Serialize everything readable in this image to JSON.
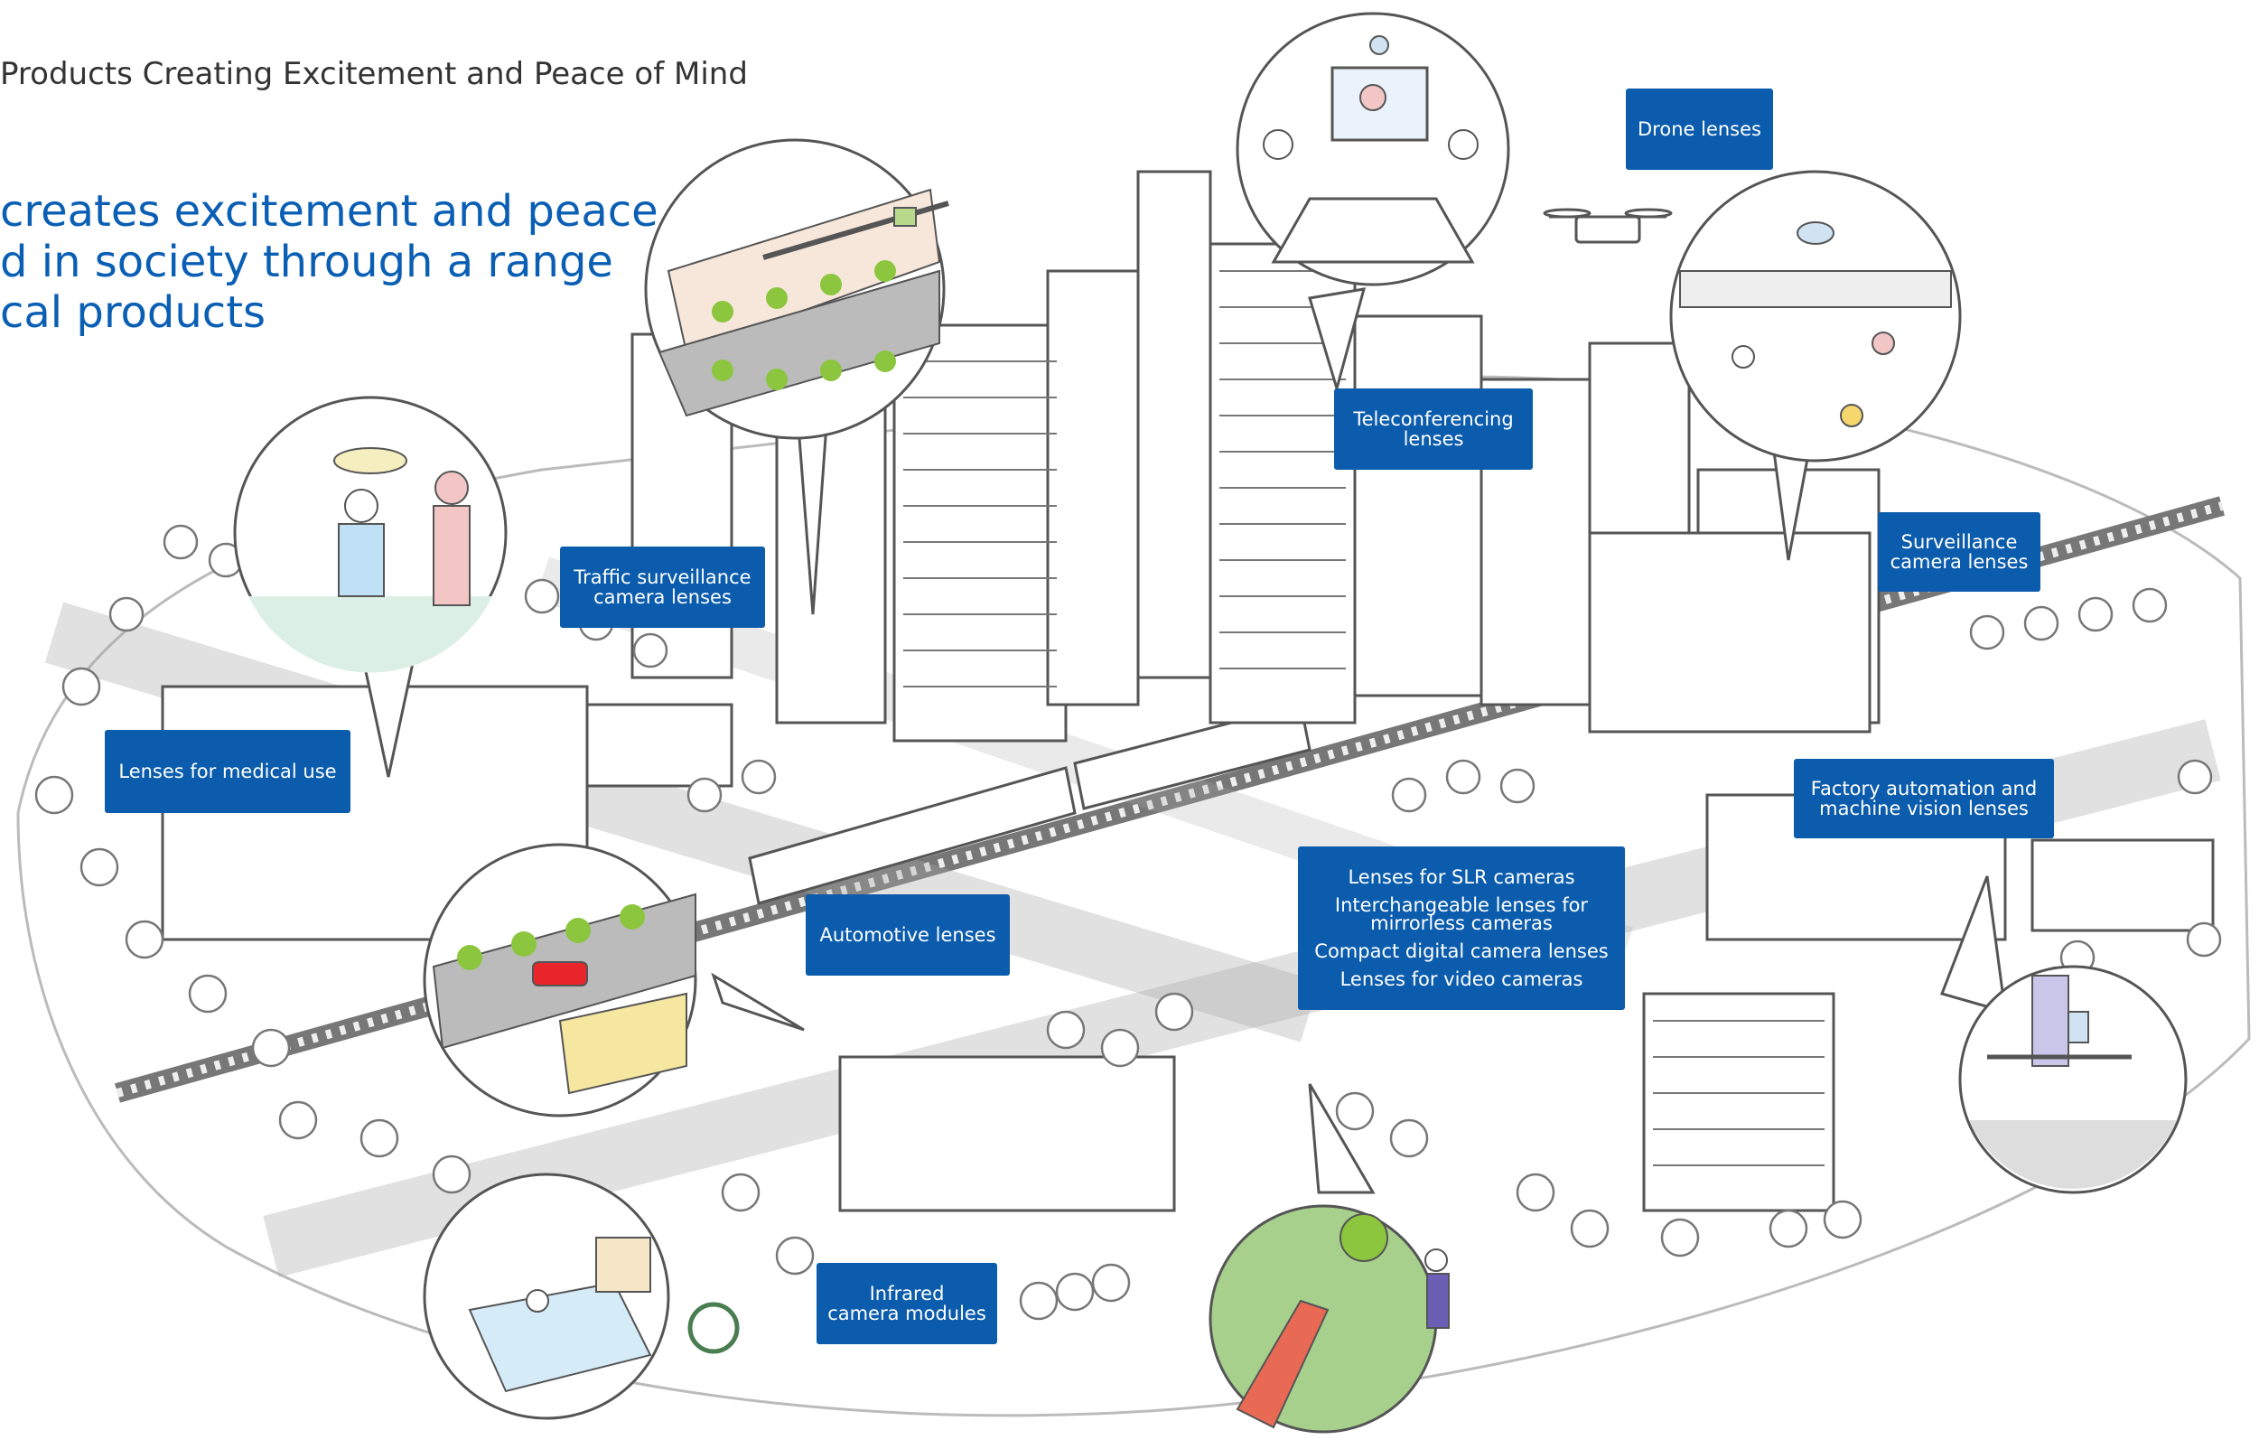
{
  "header": {
    "title": "Products Creating Excitement and Peace of Mind",
    "lead_lines": [
      "creates excitement and peace",
      "d in society through a range",
      "cal products"
    ]
  },
  "labels": {
    "drone": [
      "Drone lenses"
    ],
    "teleconferencing": [
      "Teleconferencing",
      "lenses"
    ],
    "traffic": [
      "Traffic surveillance",
      "camera lenses"
    ],
    "surveillance": [
      "Surveillance",
      "camera lenses"
    ],
    "medical": [
      "Lenses for medical use"
    ],
    "factory": [
      "Factory automation and",
      "machine vision lenses"
    ],
    "automotive": [
      "Automotive lenses"
    ],
    "camera": {
      "slr": "Lenses for SLR cameras",
      "mirrorless_1": "Interchangeable lenses for",
      "mirrorless_2": "mirrorless cameras",
      "compact": "Compact digital camera lenses",
      "video": "Lenses for video cameras"
    },
    "infrared": [
      "Infrared",
      "camera modules"
    ]
  },
  "colors": {
    "label_bg": "#0b5cad",
    "label_text": "#ffffff",
    "lead_text": "#0a5fb4",
    "heading_text": "#333333",
    "line_art": "#555555",
    "tree_fill": "#8cc63f",
    "circle_bg": "#ffffff"
  }
}
